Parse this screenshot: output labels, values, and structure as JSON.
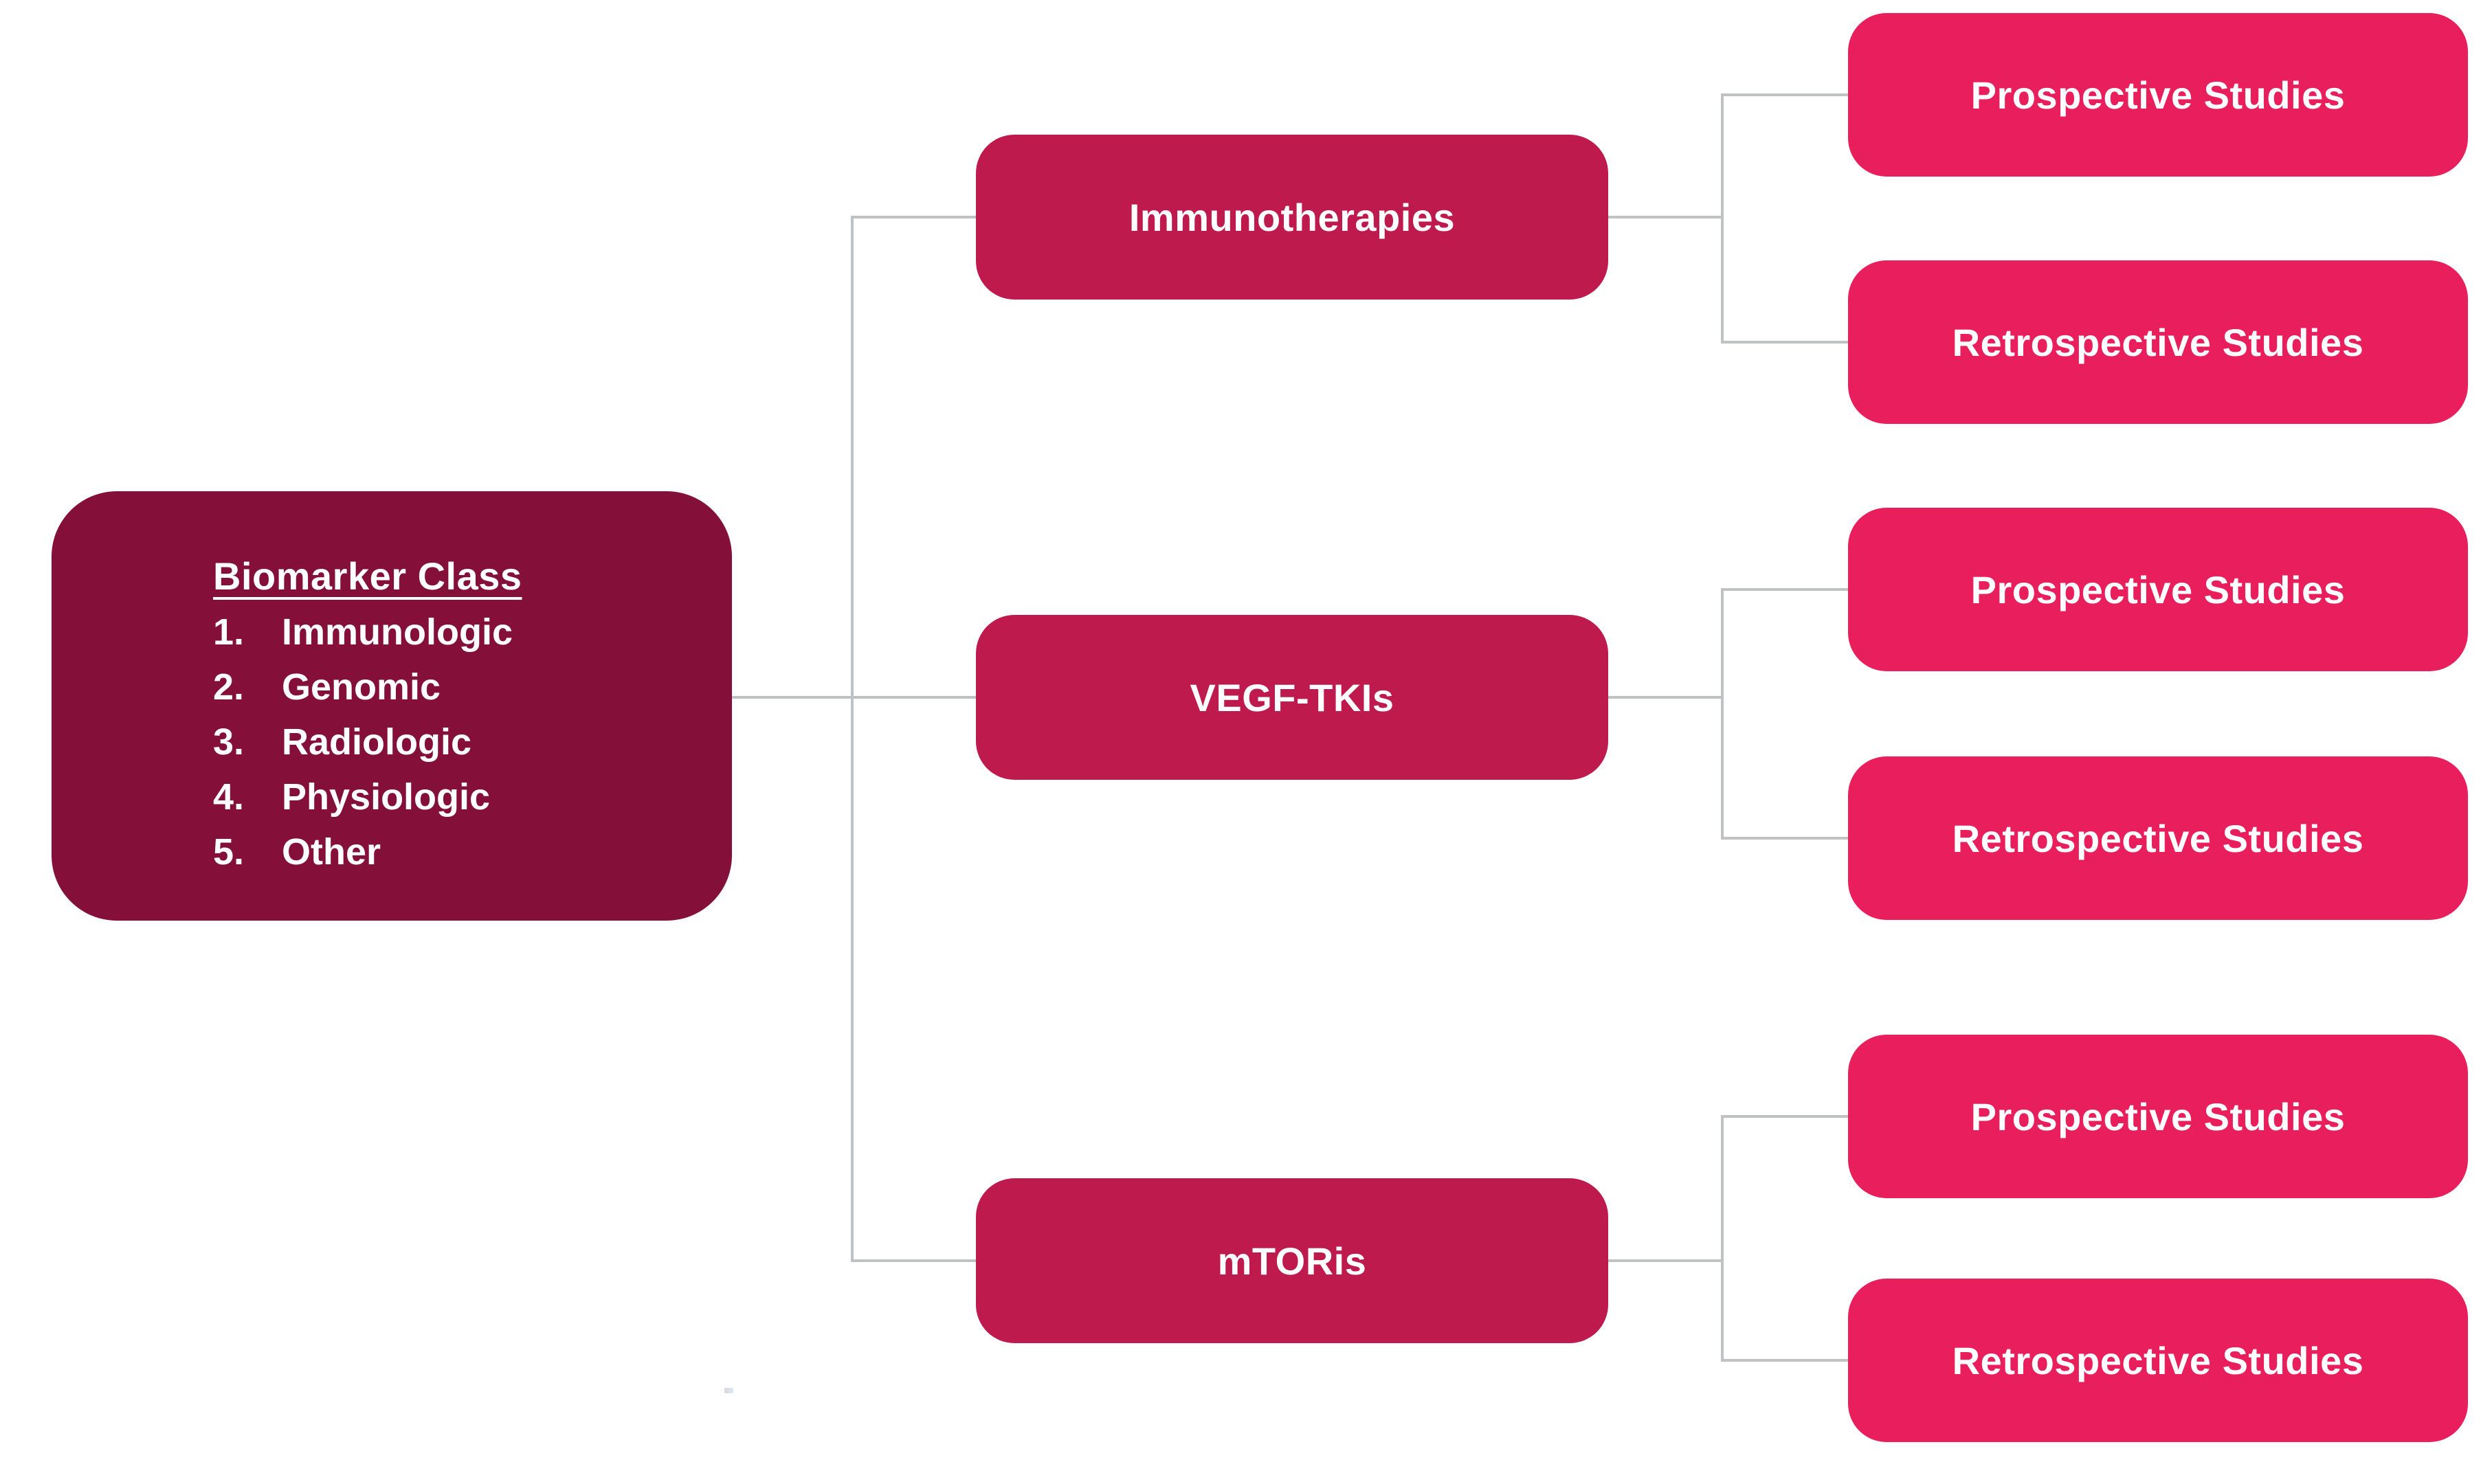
{
  "root": {
    "title": "Biomarker Class",
    "items": [
      {
        "num": "1.",
        "label": "Immunologic"
      },
      {
        "num": "2.",
        "label": "Genomic"
      },
      {
        "num": "3.",
        "label": "Radiologic"
      },
      {
        "num": "4.",
        "label": "Physiologic"
      },
      {
        "num": "5.",
        "label": "Other"
      }
    ]
  },
  "branches": [
    {
      "label": "Immunotherapies",
      "children": [
        {
          "label": "Prospective Studies"
        },
        {
          "label": "Retrospective Studies"
        }
      ]
    },
    {
      "label": "VEGF-TKIs",
      "children": [
        {
          "label": "Prospective Studies"
        },
        {
          "label": "Retrospective Studies"
        }
      ]
    },
    {
      "label": "mTORis",
      "children": [
        {
          "label": "Prospective Studies"
        },
        {
          "label": "Retrospective Studies"
        }
      ]
    }
  ],
  "colors": {
    "root_bg": "#84103A",
    "branch_bg": "#BE1A4E",
    "leaf_bg": "#E91E5C",
    "connector": "#BFC2C4",
    "text": "#FFFFFF"
  }
}
